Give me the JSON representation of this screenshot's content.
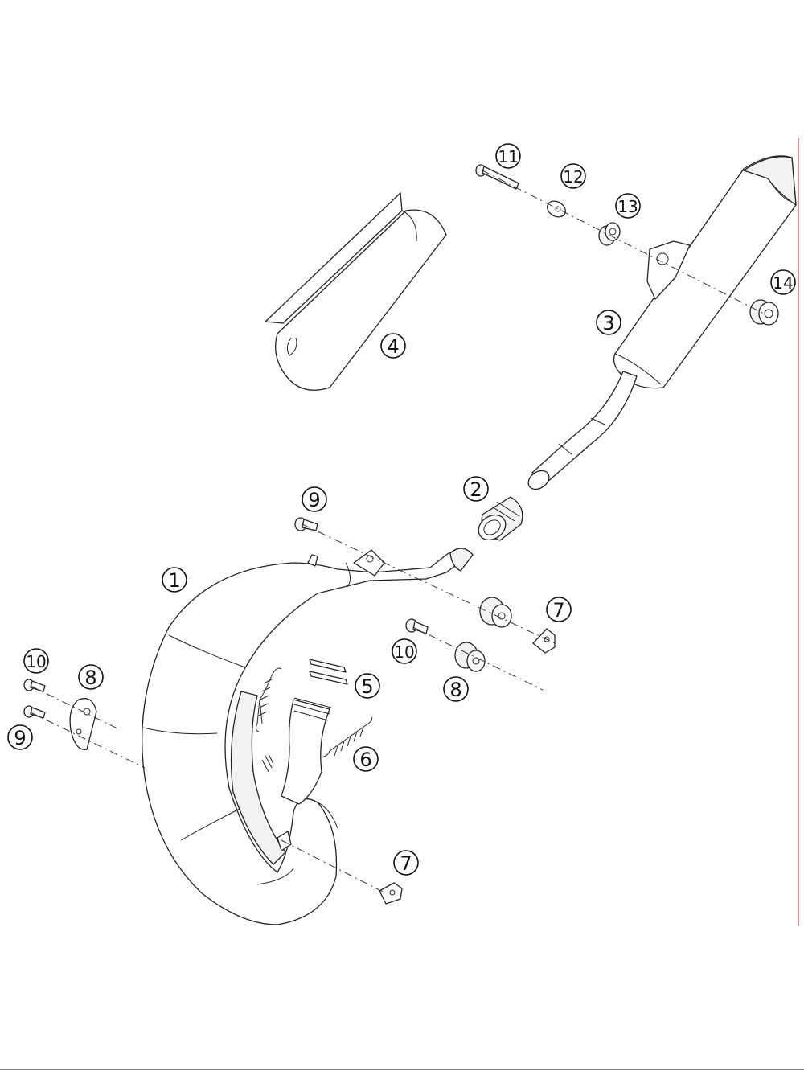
{
  "callouts": [
    {
      "id": "c1",
      "label": "1"
    },
    {
      "id": "c2",
      "label": "2"
    },
    {
      "id": "c3",
      "label": "3"
    },
    {
      "id": "c4",
      "label": "4"
    },
    {
      "id": "c5",
      "label": "5"
    },
    {
      "id": "c6",
      "label": "6"
    },
    {
      "id": "c7a",
      "label": "7"
    },
    {
      "id": "c7b",
      "label": "7"
    },
    {
      "id": "c8a",
      "label": "8"
    },
    {
      "id": "c8b",
      "label": "8"
    },
    {
      "id": "c9a",
      "label": "9"
    },
    {
      "id": "c9b",
      "label": "9"
    },
    {
      "id": "c10a",
      "label": "10"
    },
    {
      "id": "c10b",
      "label": "10"
    },
    {
      "id": "c11",
      "label": "11"
    },
    {
      "id": "c12",
      "label": "12"
    },
    {
      "id": "c13",
      "label": "13"
    },
    {
      "id": "c14",
      "label": "14"
    }
  ]
}
